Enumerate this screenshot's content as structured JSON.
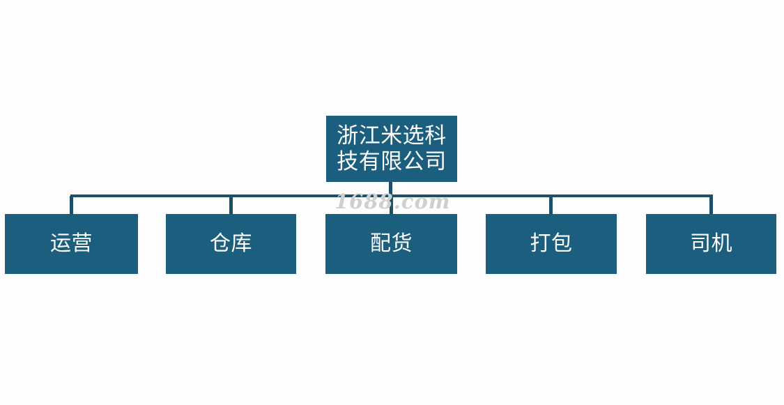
{
  "diagram": {
    "type": "organization-chart",
    "orientation": "top-down",
    "background_color": "#fdfdfd",
    "node_fill_color": "#1b5e7e",
    "node_text_color": "#ffffff",
    "connector_color": "#1d5068",
    "root": {
      "label": "浙江米选科技有限公司"
    },
    "children": [
      {
        "label": "运营"
      },
      {
        "label": "仓库"
      },
      {
        "label": "配货"
      },
      {
        "label": "打包"
      },
      {
        "label": "司机"
      }
    ]
  },
  "watermark": {
    "text": "1688.com"
  }
}
